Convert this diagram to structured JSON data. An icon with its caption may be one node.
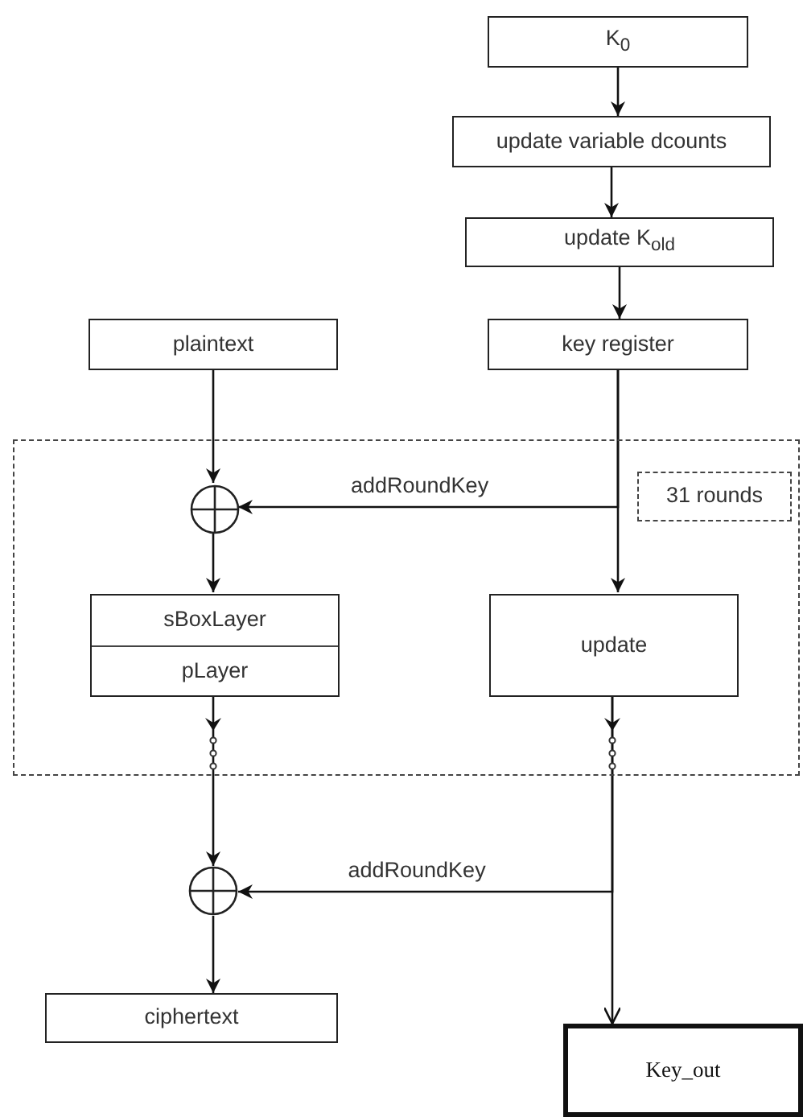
{
  "diagram": {
    "nodes": [
      {
        "text": [
          "K$_{0}$"
        ]
      },
      {
        "text": [
          "update variable dcounts"
        ]
      },
      {
        "text": [
          "update K$_{old}$"
        ]
      },
      {
        "text": [
          "key register"
        ]
      },
      {
        "text": [
          "plaintext"
        ]
      },
      {
        "text": [],
        "shape": "box"
      },
      {
        "text": [
          "31 rounds"
        ],
        "in": 5
      },
      {
        "text": [],
        "shape": "circle",
        "in": 5
      },
      {
        "text": [
          "sBoxLayer",
          "pLayer"
        ],
        "in": 5
      },
      {
        "text": [
          "update"
        ],
        "in": 5
      },
      {
        "text": [],
        "shape": "circle"
      },
      {
        "text": [
          "ciphertext"
        ]
      },
      {
        "text": [
          "Key_out"
        ]
      }
    ],
    "edges": [
      {
        "from": 0,
        "to": 1,
        "arrow": "to"
      },
      {
        "from": 1,
        "to": 2,
        "arrow": "to"
      },
      {
        "from": 2,
        "to": 3,
        "arrow": "to"
      },
      {
        "from": 4,
        "to": 7,
        "arrow": "to"
      },
      {
        "from": 3,
        "to": 7,
        "arrow": "to",
        "label": "addRoundKey"
      },
      {
        "from": 3,
        "to": 9,
        "arrow": "to"
      },
      {
        "from": 7,
        "to": 8,
        "arrow": "to"
      },
      {
        "from": 8,
        "to": 10,
        "arrow": "to"
      },
      {
        "from": 9,
        "to": 10,
        "arrow": "to",
        "label": "addRoundKey"
      },
      {
        "from": 9,
        "to": 12,
        "arrow": "to"
      },
      {
        "from": 10,
        "to": 11,
        "arrow": "to"
      }
    ]
  }
}
